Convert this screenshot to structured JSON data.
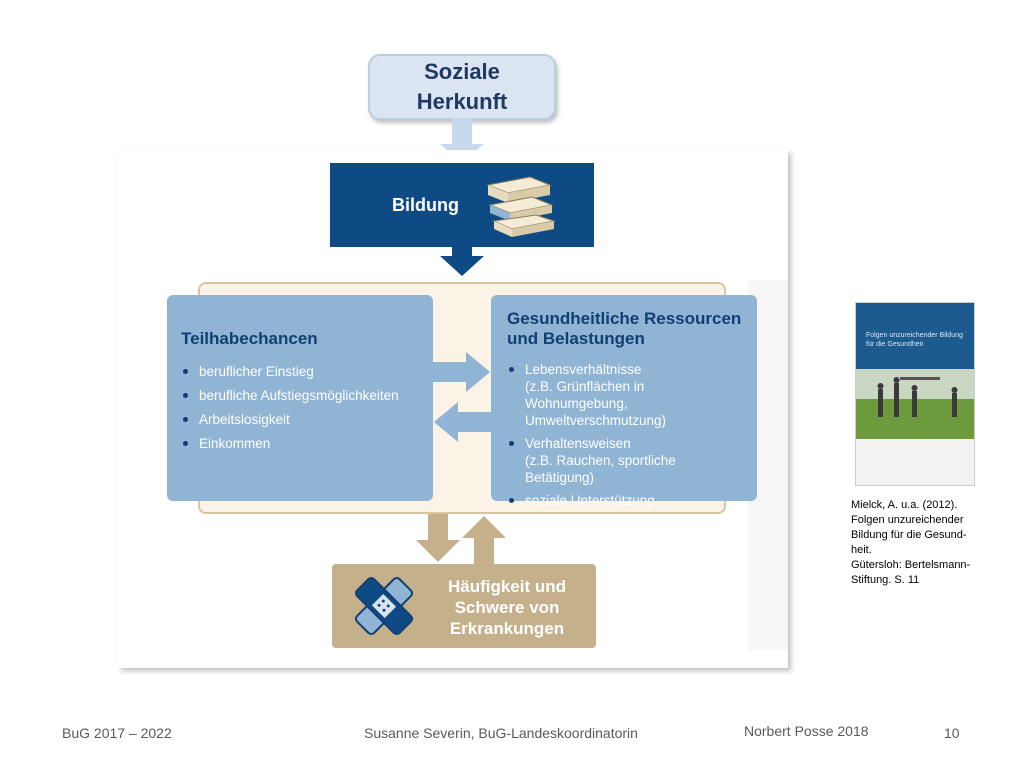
{
  "top_box": {
    "line1": "Soziale",
    "line2": "Herkunft"
  },
  "bildung": {
    "label": "Bildung"
  },
  "teilhabe": {
    "title": "Teilhabechancen",
    "items": [
      "beruflicher Einstieg",
      "berufliche Aufstiegsmöglichkeiten",
      "Arbeitslosigkeit",
      "Einkommen"
    ]
  },
  "ressourcen": {
    "title_line1": "Gesundheitliche Ressourcen",
    "title_line2": "und Belastungen",
    "items": [
      {
        "line1": "Lebensverhältnisse",
        "line2": "(z.B. Grünflächen in Wohnumgebung,",
        "line3": "Umweltverschmutzung)"
      },
      {
        "line1": "Verhaltensweisen",
        "line2": "(z.B. Rauchen, sportliche Betätigung)"
      },
      {
        "line1": "soziale Unterstützung"
      }
    ]
  },
  "haeufigkeit": {
    "line1": "Häufigkeit und",
    "line2": "Schwere von",
    "line3": "Erkrankungen"
  },
  "book": {
    "title_line1": "Folgen unzureichender Bildung",
    "title_line2": "für die Gesundheit"
  },
  "citation": {
    "lines": [
      "Mielck, A. u.a. (2012).",
      "Folgen unzureichender",
      "Bildung für die Gesund-",
      "heit.",
      "Gütersloh: Bertelsmann-",
      "Stiftung. S. 11"
    ]
  },
  "footer": {
    "left": "BuG 2017 – 2022",
    "center": "Susanne Severin, BuG-Landeskoordinatorin",
    "right": "Norbert Posse 2018",
    "page": "10"
  },
  "colors": {
    "dark_blue": "#0e4b85",
    "light_blue": "#8fb4d4",
    "tan": "#c4b08a",
    "top_box": "#dbe5f1"
  }
}
